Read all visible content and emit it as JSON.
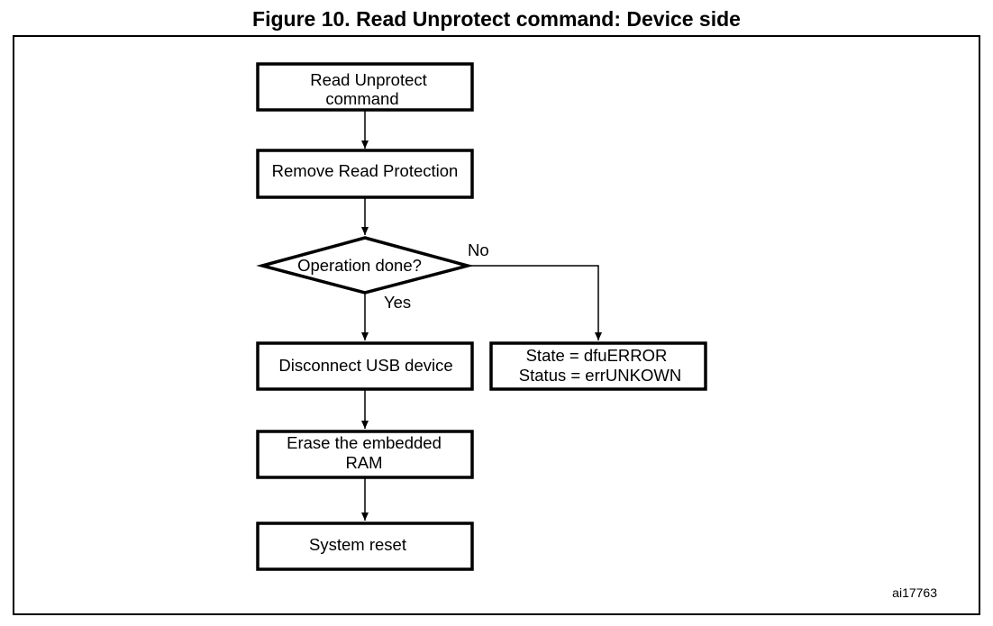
{
  "figure_title": "Figure 10. Read Unprotect command: Device side",
  "figure_id": "ai17763",
  "nodes": {
    "read_unprotect": {
      "line1": "Read Unprotect",
      "line2": "command"
    },
    "remove_protection": {
      "label": "Remove Read Protection"
    },
    "operation_done": {
      "label": "Operation done?"
    },
    "disconnect_usb": {
      "label": "Disconnect USB device"
    },
    "error_state": {
      "line1": "State = dfuERROR",
      "line2": "Status = errUNKOWN"
    },
    "erase_ram": {
      "line1": "Erase the embedded",
      "line2": "RAM"
    },
    "system_reset": {
      "label": "System reset"
    }
  },
  "edges": {
    "no_label": "No",
    "yes_label": "Yes"
  }
}
